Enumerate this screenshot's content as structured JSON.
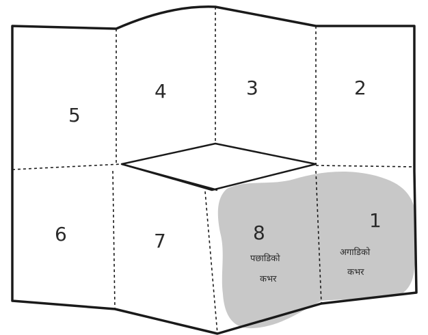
{
  "panels": {
    "p1": {
      "number": "1",
      "caption_line1": "अगाडिको",
      "caption_line2": "कभर"
    },
    "p2": {
      "number": "2"
    },
    "p3": {
      "number": "3"
    },
    "p4": {
      "number": "4"
    },
    "p5": {
      "number": "5"
    },
    "p6": {
      "number": "6"
    },
    "p7": {
      "number": "7"
    },
    "p8": {
      "number": "8",
      "caption_line1": "पछाडिको",
      "caption_line2": "कभर"
    }
  },
  "colors": {
    "line": "#1a1a1a",
    "cover_shade": "#c8c8c8"
  }
}
